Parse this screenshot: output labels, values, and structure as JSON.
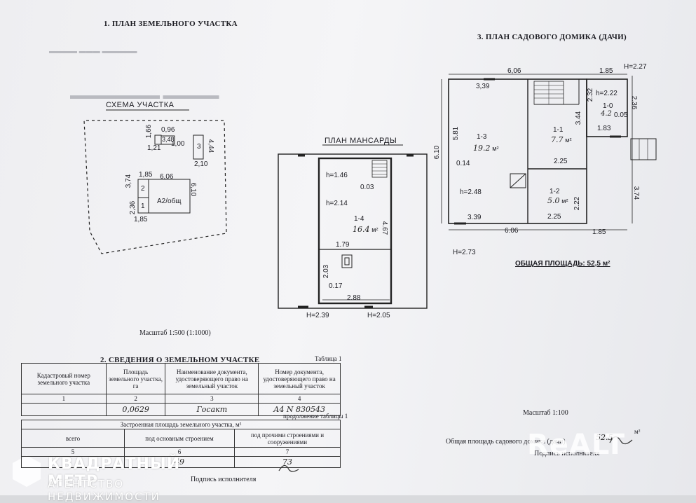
{
  "header": {
    "sec1_title": "1. ПЛАН ЗЕМЕЛЬНОГО УЧАСТКА",
    "sec2_title": "2. СВЕДЕНИЯ О ЗЕМЕЛЬНОМ УЧАСТКЕ",
    "sec3_title": "3. ПЛАН САДОВОГО ДОМИКА (ДАЧИ)"
  },
  "site_scheme": {
    "title": "СХЕМА УЧАСТКА",
    "dims": [
      "1,66",
      "0,96",
      "3,48",
      "1,21",
      "1,00",
      "3",
      "4,44",
      "2,10",
      "3,74",
      "1,85",
      "6,06",
      "2",
      "6,10",
      "1",
      "А2/общ",
      "2,36",
      "1,85"
    ]
  },
  "attic": {
    "title": "ПЛАН МАНСАРДЫ",
    "h146": "h=1.46",
    "d003": "0.03",
    "h214": "h=2.14",
    "room": "1-4",
    "area": "16.4",
    "unit": "м²",
    "d467": "4.67",
    "d179": "1.79",
    "d203": "2.03",
    "d017": "0.17",
    "d288": "2.88",
    "h239": "H=2.39",
    "h205": "H=2.05"
  },
  "scale1": "Масштаб 1:500 (1:1000)",
  "house": {
    "d606top": "6,06",
    "d185top": "1.85",
    "h227": "H=2.27",
    "d339top": "3,39",
    "d232": "2.32",
    "h222": "h=2.22",
    "d236": "2.36",
    "r10": "1-0",
    "r10area": "4.2",
    "d005": "0.05",
    "d344": "3.44",
    "r11": "1-1",
    "r11area": "7.7",
    "d183": "1.83",
    "d581": "5.81",
    "r13": "1-3",
    "r13area": "19.2",
    "unit": "м²",
    "d610": "6.10",
    "d014": "0.14",
    "d225a": "2.25",
    "h248": "h=2.48",
    "r12": "1-2",
    "r12area": "5.0",
    "d222": "2.22",
    "d374": "3.74",
    "d339bot": "3.39",
    "d225b": "2.25",
    "d606bot": "6.06",
    "d185bot": "1.85",
    "h273": "H=2.73",
    "total": "ОБЩАЯ ПЛОЩАДЬ: 52,5 м²"
  },
  "table1": {
    "caption": "Таблица 1",
    "h1": "Кадастровый номер земельного участка",
    "h2": "Площадь земельного участка, га",
    "h3": "Наименование документа, удостоверяющего право на земельный участок",
    "h4": "Номер документа, удостоверяющего право на земельный участок",
    "n1": "1",
    "n2": "2",
    "n3": "3",
    "n4": "4",
    "v2": "0,0629",
    "v3": "Госакт",
    "v4": "А4 N 830543",
    "cont": "продолжение таблицы 1",
    "h5": "Застроенная площадь земельного участка, м²",
    "h6": "всего",
    "h7": "под основным строением",
    "h8": "под прочими строениями и сооружениями",
    "n5": "5",
    "n6": "6",
    "n7": "7",
    "v6": "49",
    "v7": "73"
  },
  "sign1": "Подпись исполнителя",
  "scale2": "Масштаб 1:100",
  "footer": {
    "total_label": "Общая площадь садового домика (дачи)",
    "total_val": "52.5",
    "unit": "м²",
    "sign": "Подпись исполнителя"
  },
  "watermarks": {
    "brand": "КВАДРАТНЫЙ МЕТР",
    "sub": "АГЕНТСТВО НЕДВИЖИМОСТИ",
    "realt": "ReALT"
  },
  "colors": {
    "paper": "#f2f2f4",
    "ink": "#1c1c22"
  }
}
